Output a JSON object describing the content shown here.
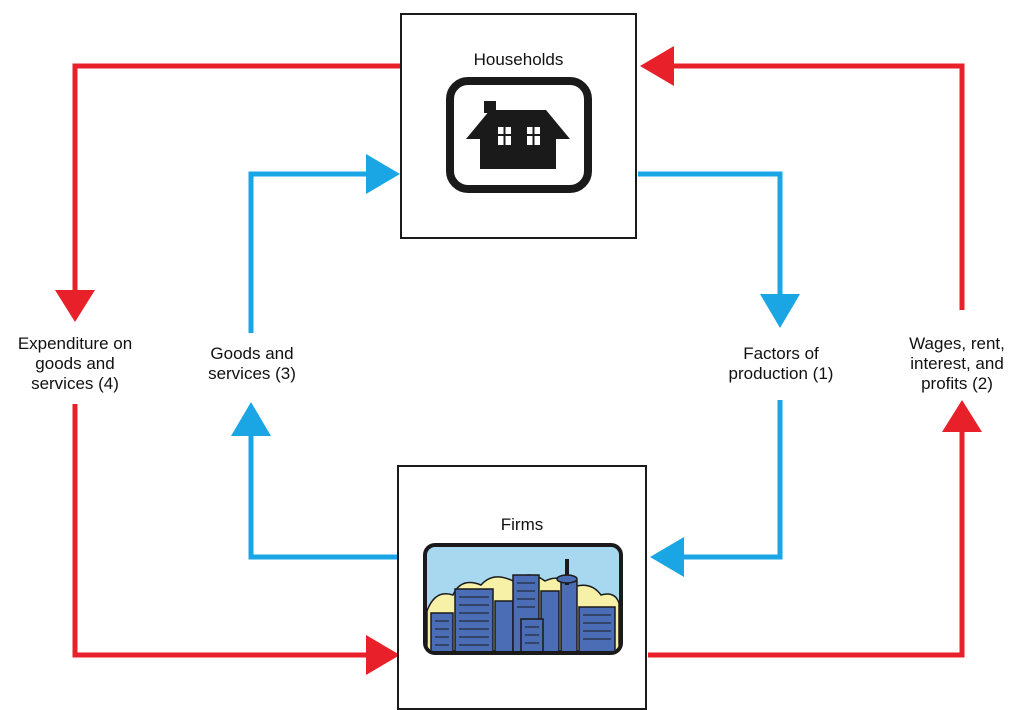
{
  "households": {
    "title": "Households",
    "icon": "house-icon"
  },
  "firms": {
    "title": "Firms",
    "icon": "city-skyline-icon"
  },
  "flows": {
    "factors": "Factors of\nproduction (1)",
    "wages": "Wages, rent,\ninterest, and\nprofits (2)",
    "goods": "Goods and\nservices (3)",
    "expenditure": "Expenditure on\ngoods and\nservices (4)"
  },
  "colors": {
    "money_flow": "#e8202a",
    "real_flow": "#1aa6e4",
    "border": "#1a1a1a",
    "icon_dark": "#1a1a1a",
    "sky": "#a8d8ef",
    "clouds": "#f7f1a8",
    "buildings": "#4a6db5"
  }
}
